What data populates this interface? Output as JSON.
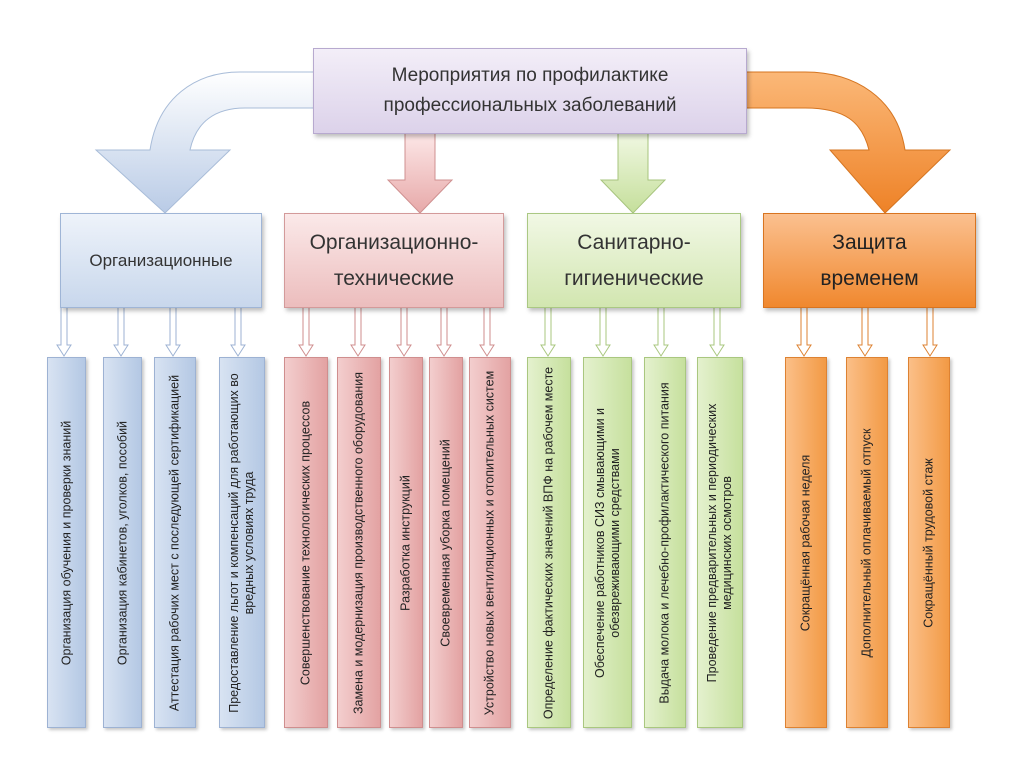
{
  "title": {
    "line1": "Мероприятия по профилактике",
    "line2": "профессиональных заболеваний"
  },
  "categories": [
    {
      "line1": "Организационные",
      "line2": ""
    },
    {
      "line1": "Организационно-",
      "line2": "технические"
    },
    {
      "line1": "Санитарно-",
      "line2": "гигиенические"
    },
    {
      "line1": "Защита",
      "line2": "временем"
    }
  ],
  "items": {
    "organizational": [
      "Организация обучения и проверки знаний",
      "Организация кабинетов, уголков, пособий",
      "Аттестация рабочих мест с последующей сертификацией",
      "Предоставление льгот и компенсаций для работающих во вредных условиях труда"
    ],
    "technical": [
      "Совершенствование технологических процессов",
      "Замена и модернизация производственного оборудования",
      "Разработка инструкций",
      "Своевременная уборка помещений",
      "Устройство новых вентиляционных и отопительных систем"
    ],
    "sanitary": [
      "Определение фактических значений ВПФ на рабочем месте",
      "Обеспечение работников СИЗ смывающими и обезвреживающими средствами",
      "Выдача молока и лечебно-профилактического питания",
      "Проведение предварительных и периодических медицинских осмотров"
    ],
    "time": [
      "Сокращённая рабочая неделя",
      "Дополнительный оплачиваемый отпуск",
      "Сокращённый трудовой стаж"
    ]
  },
  "colors": {
    "blue": "#b4c8e4",
    "pink": "#e3a2a2",
    "green": "#c6e09d",
    "orange": "#f29a45",
    "title": "#dcd2ea"
  }
}
